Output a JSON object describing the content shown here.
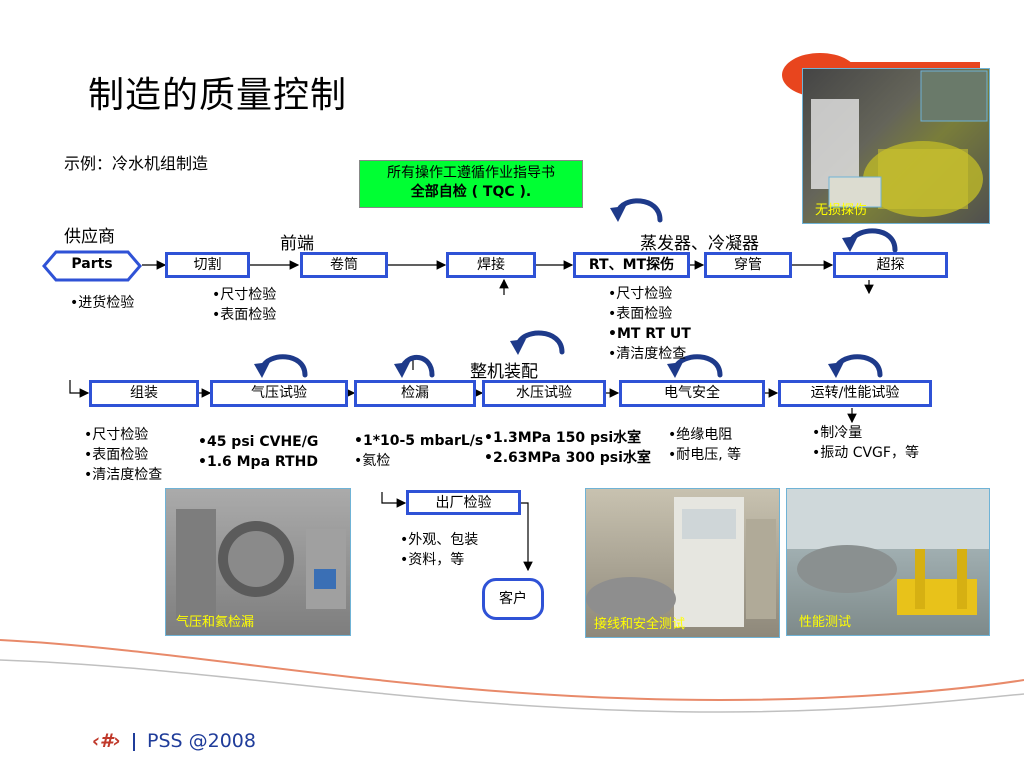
{
  "page": {
    "title": "制造的质量控制",
    "subtitle": "示例：冷水机组制造",
    "note_line1": "所有操作工遵循作业指导书",
    "note_line2": "全部自检 ( TQC )."
  },
  "labels": {
    "supplier": "供应商",
    "front_end": "前端",
    "evap_cond": "蒸发器、冷凝器",
    "assembly": "整机装配"
  },
  "row1": {
    "parts": "Parts",
    "cut": "切割",
    "roll": "卷筒",
    "weld": "焊接",
    "rtmt": "RT、MT探伤",
    "tube": "穿管",
    "ultra": "超探"
  },
  "row2": {
    "assemble": "组装",
    "pressure": "气压试验",
    "leak": "检漏",
    "hydro": "水压试验",
    "electric": "电气安全",
    "run": "运转/性能试验"
  },
  "row3": {
    "outgoing": "出厂检验",
    "customer": "客户"
  },
  "bullets": {
    "incoming": [
      "•进货检验"
    ],
    "cut": [
      "•尺寸检验",
      "•表面检验"
    ],
    "rtmt": [
      "•尺寸检验",
      "•表面检验",
      "•MT RT UT",
      "•清洁度检查"
    ],
    "assemble": [
      "•尺寸检验",
      "•表面检验",
      "•清洁度检查"
    ],
    "pressure": [
      "•45 psi CVHE/G",
      "•1.6 Mpa RTHD"
    ],
    "leak": [
      "•1*10-5 mbarL/s",
      "•氦检"
    ],
    "hydro": [
      "•1.3MPa 150 psi水室",
      "•2.63MPa 300 psi水室"
    ],
    "electric": [
      "•绝缘电阻",
      "•耐电压, 等"
    ],
    "run": [
      "•制冷量",
      "•振动 CVGF，等"
    ],
    "outgoing": [
      "•外观、包装",
      "•资料，等"
    ]
  },
  "photos": {
    "ndt": "无损探伤",
    "leak": "气压和氦检漏",
    "wiring": "接线和安全测试",
    "perf": "性能测试"
  },
  "footer": {
    "page_num": "‹#›",
    "text": "PSS @2008"
  },
  "colors": {
    "box_border": "#2f52d6",
    "note_bg": "#00ff33",
    "caption": "#ffff00",
    "footer": "#1f3c9a",
    "logo": "#e8451e"
  }
}
